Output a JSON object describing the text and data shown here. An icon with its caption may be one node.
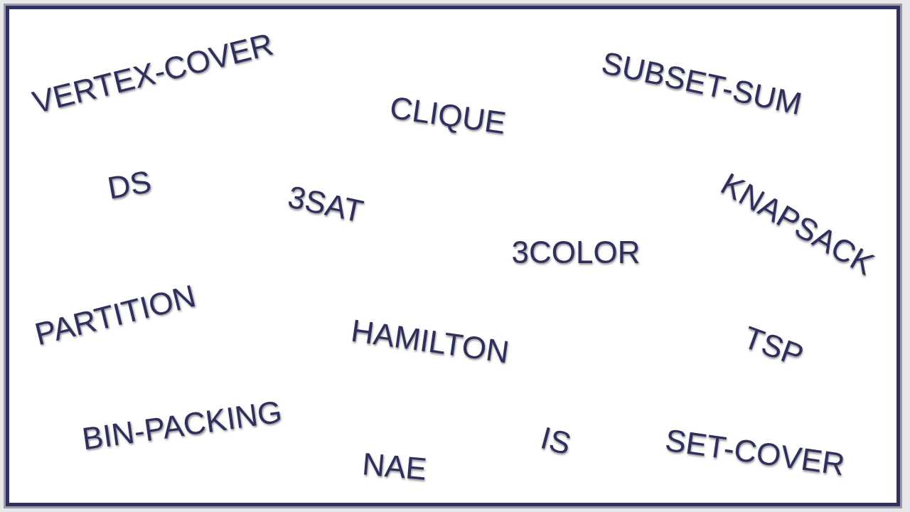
{
  "diagram": {
    "labels": [
      "VERTEX-COVER",
      "SUBSET-SUM",
      "CLIQUE",
      "DS",
      "3SAT",
      "KNAPSACK",
      "3COLOR",
      "PARTITION",
      "HAMILTON",
      "TSP",
      "BIN-PACKING",
      "IS",
      "SET-COVER",
      "NAE"
    ]
  }
}
